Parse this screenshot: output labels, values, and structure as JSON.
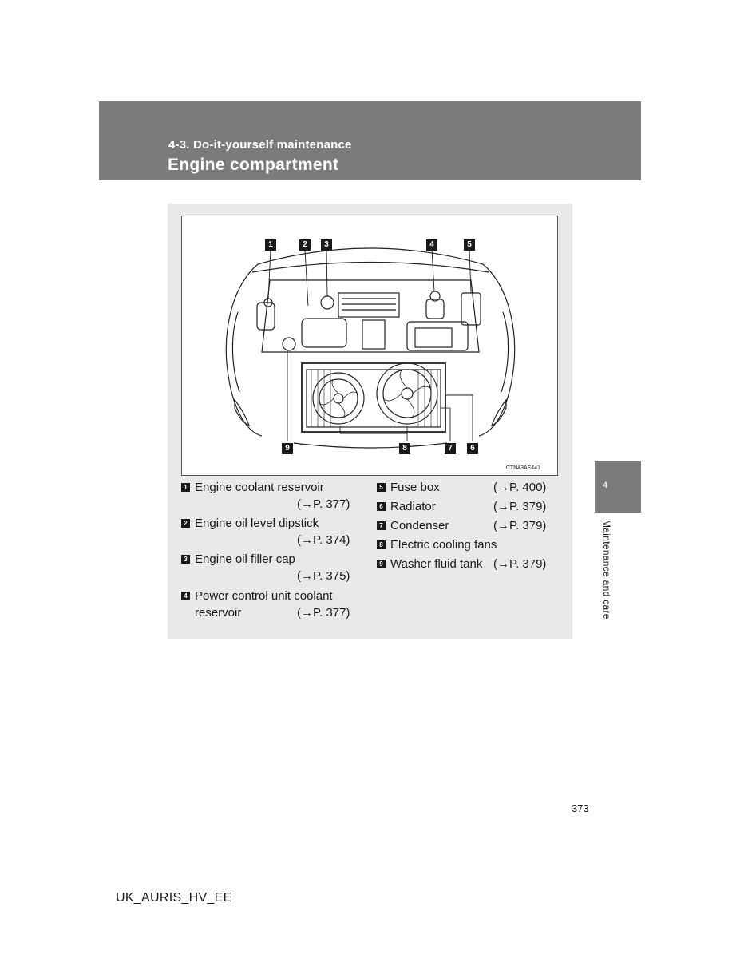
{
  "header": {
    "section": "4-3. Do-it-yourself maintenance",
    "title": "Engine compartment"
  },
  "figure": {
    "code": "CTN43AE441",
    "callouts": [
      "1",
      "2",
      "3",
      "4",
      "5",
      "6",
      "7",
      "8",
      "9"
    ]
  },
  "legend": [
    {
      "num": "1",
      "label": "Engine coolant reservoir",
      "ref": "(→P. 377)"
    },
    {
      "num": "2",
      "label": "Engine oil level dipstick",
      "ref": "(→P. 374)"
    },
    {
      "num": "3",
      "label": "Engine oil filler cap",
      "ref": "(→P. 375)"
    },
    {
      "num": "4",
      "label": "Power control unit coolant",
      "label_cont": "reservoir",
      "ref": "(→P. 377)"
    },
    {
      "num": "5",
      "label": "Fuse box",
      "ref": "(→P. 400)"
    },
    {
      "num": "6",
      "label": "Radiator",
      "ref": "(→P. 379)"
    },
    {
      "num": "7",
      "label": "Condenser",
      "ref": "(→P. 379)"
    },
    {
      "num": "8",
      "label": "Electric cooling fans",
      "ref": ""
    },
    {
      "num": "9",
      "label": "Washer fluid tank",
      "ref": "(→P. 379)"
    }
  ],
  "side_tab": {
    "number": "4",
    "label": "Maintenance and care"
  },
  "page_number": "373",
  "doc_id": "UK_AURIS_HV_EE"
}
